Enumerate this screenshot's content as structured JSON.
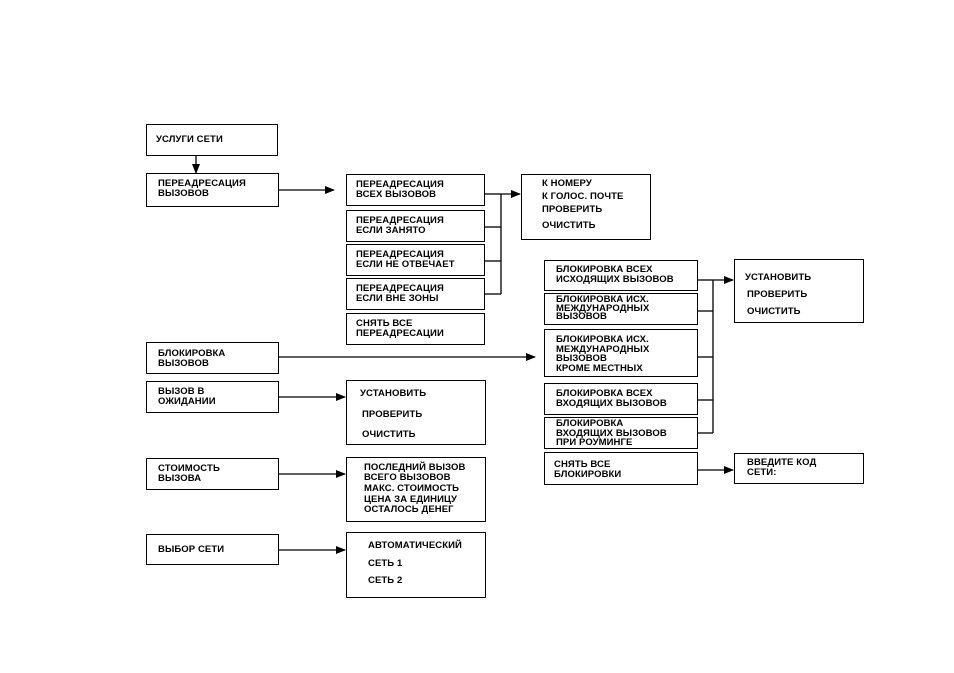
{
  "root": {
    "label": "УСЛУГИ СЕТИ"
  },
  "menu": {
    "forward": "ПЕРЕАДРЕСАЦИЯ\nВЫЗОВОВ",
    "barring": "БЛОКИРОВКА\nВЫЗОВОВ",
    "waiting": "ВЫЗОВ В\nОЖИДАНИИ",
    "cost": "СТОИМОСТЬ\nВЫЗОВА",
    "network": "ВЫБОР СЕТИ"
  },
  "forward_options": {
    "all": "ПЕРЕАДРЕСАЦИЯ\nВСЕХ ВЫЗОВОВ",
    "busy": "ПЕРЕАДРЕСАЦИЯ\nЕСЛИ ЗАНЯТО",
    "noanswer": "ПЕРЕАДРЕСАЦИЯ\nЕСЛИ НЕ ОТВЕЧАЕТ",
    "outofreach": "ПЕРЕАДРЕСАЦИЯ\nЕСЛИ ВНЕ ЗОНЫ",
    "cancelall": "СНЯТЬ ВСЕ\nПЕРЕАДРЕСАЦИИ"
  },
  "forward_actions": {
    "to_number": "К НОМЕРУ",
    "to_voicemail": "К ГОЛОС. ПОЧТЕ",
    "check": "ПРОВЕРИТЬ",
    "clear": "ОЧИСТИТЬ"
  },
  "barring_options": {
    "all_outgoing": "БЛОКИРОВКА ВСЕХ\nИСХОДЯЩИХ ВЫЗОВОВ",
    "out_intl": "БЛОКИРОВКА ИСХ.\nМЕЖДУНАРОДНЫХ\nВЫЗОВОВ",
    "out_intl_except": "БЛОКИРОВКА ИСХ.\nМЕЖДУНАРОДНЫХ\nВЫЗОВОВ\nКРОМЕ МЕСТНЫХ",
    "all_incoming": "БЛОКИРОВКА ВСЕХ\nВХОДЯЩИХ ВЫЗОВОВ",
    "incoming_roaming": "БЛОКИРОВКА\nВХОДЯЩИХ ВЫЗОВОВ\nПРИ РОУМИНГЕ",
    "cancel_all": "СНЯТЬ ВСЕ\nБЛОКИРОВКИ"
  },
  "barring_actions": {
    "set": "УСТАНОВИТЬ",
    "check": "ПРОВЕРИТЬ",
    "clear": "ОЧИСТИТЬ"
  },
  "network_code": {
    "label": "ВВЕДИТЕ КОД\nСЕТИ:"
  },
  "waiting_actions": {
    "set": "УСТАНОВИТЬ",
    "check": "ПРОВЕРИТЬ",
    "clear": "ОЧИСТИТЬ"
  },
  "cost_info": {
    "last": "ПОСЛЕДНИЙ ВЫЗОВ",
    "total": "ВСЕГО ВЫЗОВОВ",
    "max": "МАКС. СТОИМОСТЬ",
    "unit": "ЦЕНА ЗА ЕДИНИЦУ",
    "remaining": "ОСТАЛОСЬ ДЕНЕГ"
  },
  "network_choice": {
    "auto": "АВТОМАТИЧЕСКИЙ",
    "net1": "СЕТЬ 1",
    "net2": "СЕТЬ 2"
  }
}
